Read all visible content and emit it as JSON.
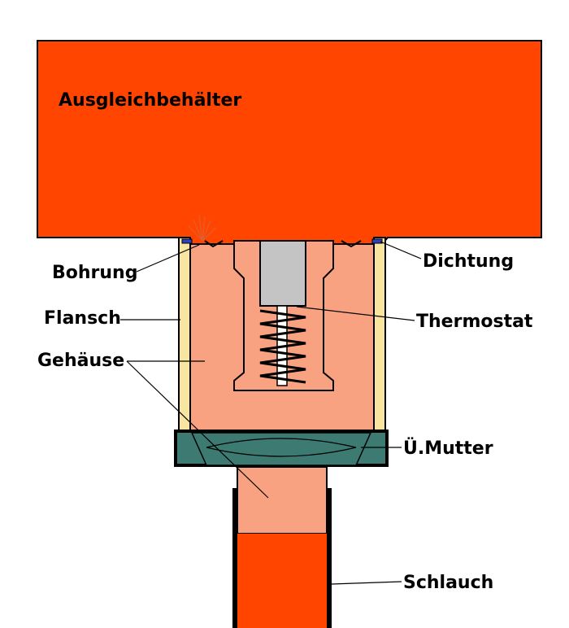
{
  "labels": {
    "tank": "Ausgleichbehälter",
    "bore": "Bohrung",
    "seal": "Dichtung",
    "flange": "Flansch",
    "thermostat": "Thermostat",
    "housing": "Gehäuse",
    "nut": "Ü.Mutter",
    "hose": "Schlauch"
  },
  "colors": {
    "tank": "#ff4500",
    "housing": "#f9a282",
    "flange": "#f8e6a0",
    "thermostat": "#c4c4c4",
    "nut": "#3d7a72",
    "hose": "#ff4500",
    "seal": "#3040c0",
    "outline": "#000000"
  }
}
